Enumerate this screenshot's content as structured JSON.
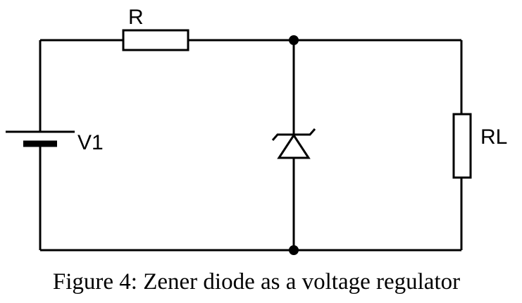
{
  "diagram": {
    "type": "circuit-schematic",
    "caption": "Figure 4: Zener diode as a voltage regulator",
    "figure_number": "4",
    "colors": {
      "line": "#000000",
      "background": "#ffffff",
      "component_fill": "#ffffff"
    },
    "components": {
      "series_resistor": {
        "label": "R",
        "kind": "resistor"
      },
      "voltage_source": {
        "label": "V1",
        "kind": "battery"
      },
      "zener_diode": {
        "label": "",
        "kind": "zener-diode"
      },
      "load_resistor": {
        "label": "RL",
        "kind": "resistor"
      }
    }
  }
}
